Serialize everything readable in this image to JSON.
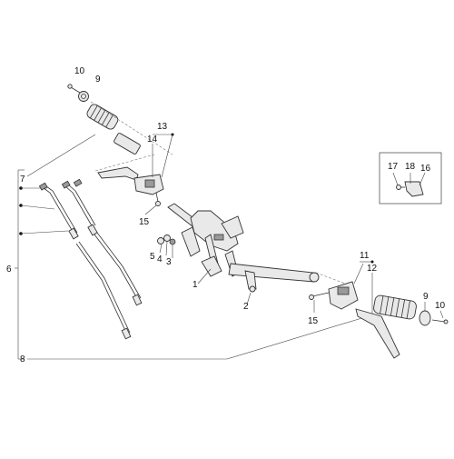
{
  "labels": {
    "l1": "1",
    "l2": "2",
    "l3": "3",
    "l4": "4",
    "l5": "5",
    "l6": "6",
    "l7": "7",
    "l8": "8",
    "l9a": "9",
    "l9b": "9",
    "l10a": "10",
    "l10b": "10",
    "l11": "11",
    "l12": "12",
    "l13": "13",
    "l14": "14",
    "l15a": "15",
    "l15b": "15",
    "l16": "16",
    "l17": "17",
    "l18": "18"
  }
}
